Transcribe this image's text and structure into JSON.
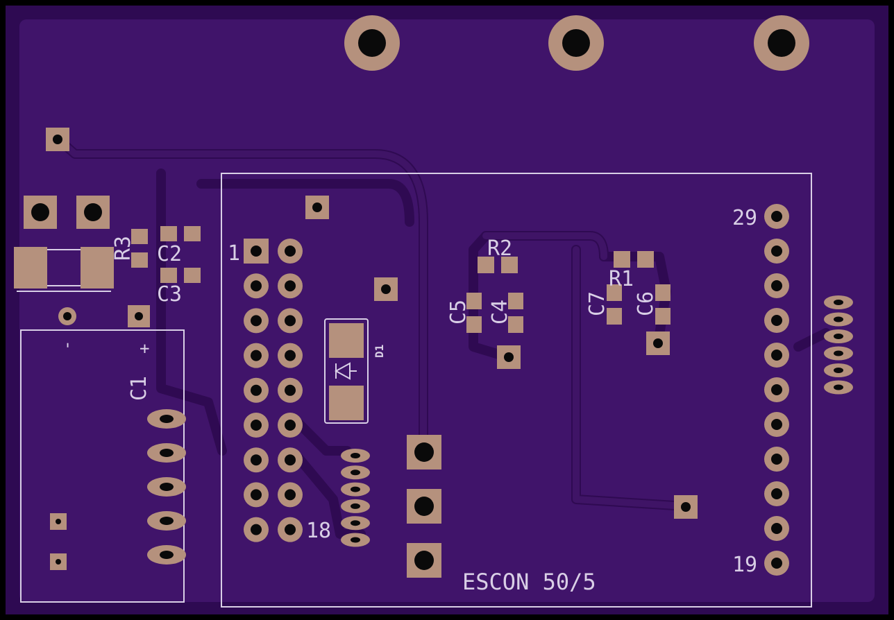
{
  "board": {
    "colors": {
      "edge": "#000000",
      "substrate": "#2e0a52",
      "copper_pour": "#40146a",
      "pad": "#b5917d",
      "silkscreen": "#d9cfe6"
    }
  },
  "labels": {
    "escon": "ESCON 50/5",
    "pin1": "1",
    "pin18": "18",
    "pin29": "29",
    "pin19": "19",
    "c1": "C1",
    "c2": "C2",
    "c3": "C3",
    "c4": "C4",
    "c5": "C5",
    "c6": "C6",
    "c7": "C7",
    "r1": "R1",
    "r2": "R2",
    "r3": "R3",
    "d1": "D1",
    "minus": "-",
    "plus": "+"
  }
}
